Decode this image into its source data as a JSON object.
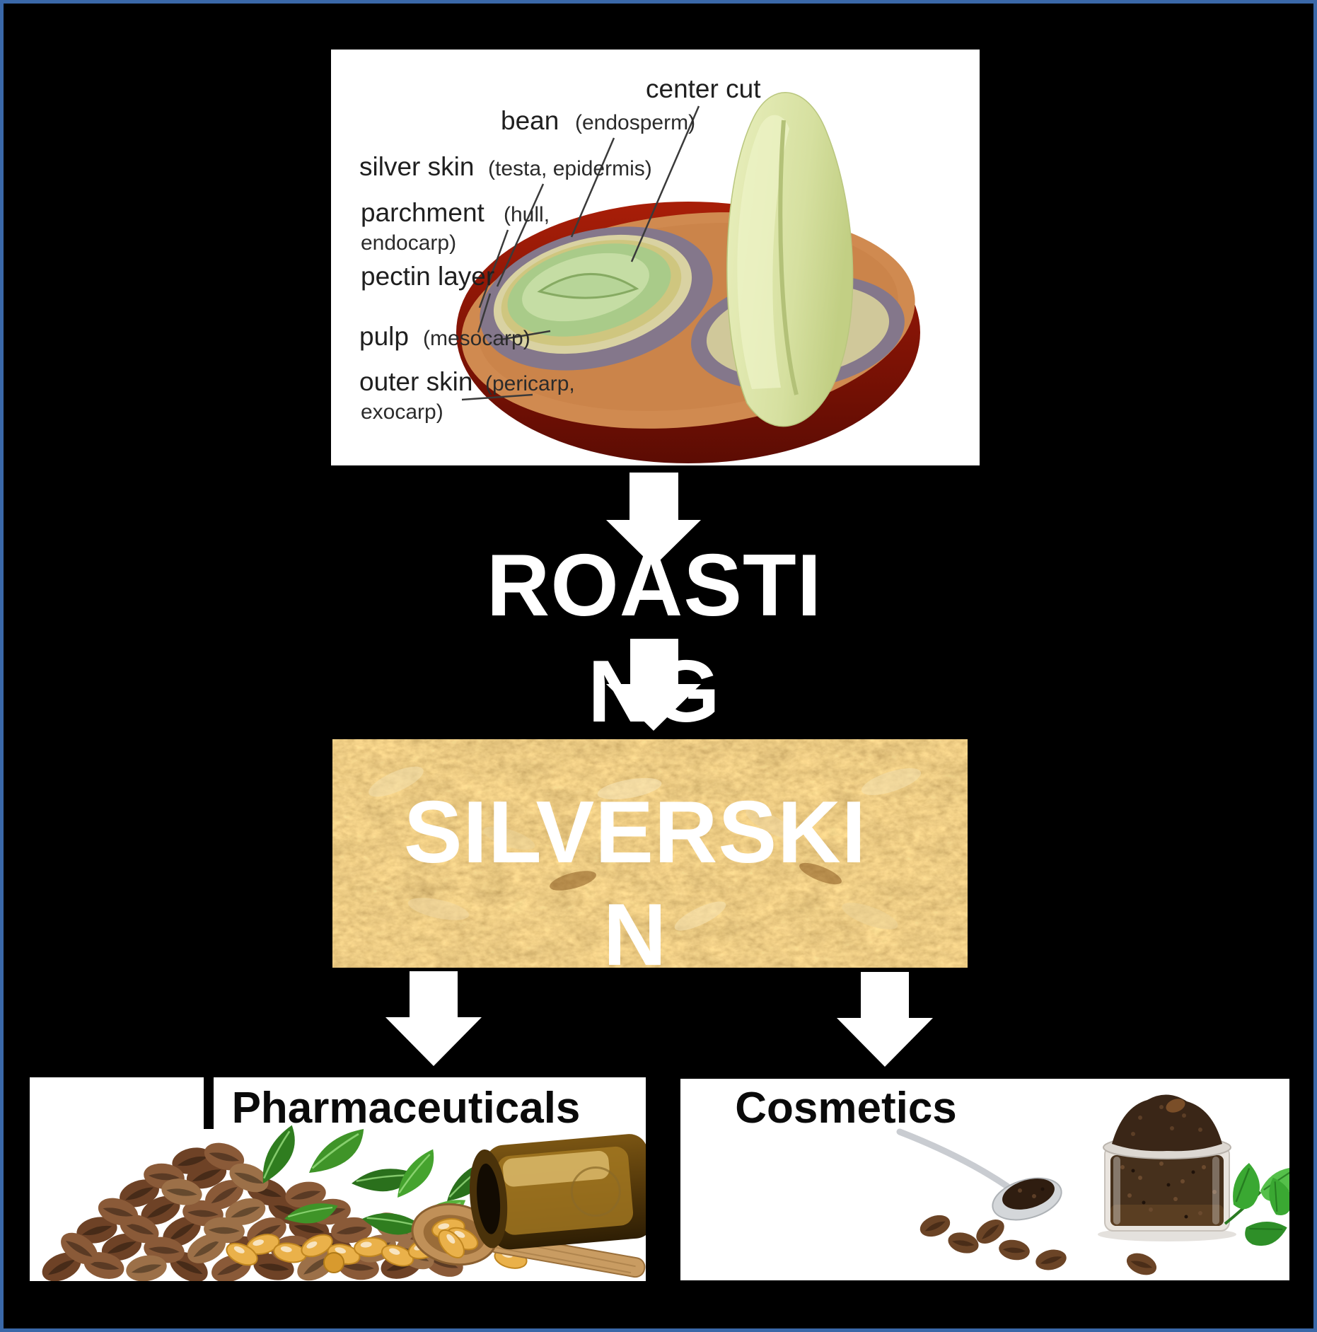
{
  "palette": {
    "background": "#000000",
    "border_blue": "#3a68a8",
    "arrow_white": "#ffffff",
    "process_text_white": "#ffffff",
    "photo_title_black": "#0a0a0a",
    "silverskin_gold": "#c69348",
    "cherry_red": "#8e1c09",
    "pulp_orange": "#d08a50",
    "bean_green": "#a9cb89"
  },
  "cherry_diagram": {
    "labels": {
      "center_cut": "center cut",
      "bean_main": "bean",
      "bean_paren": "(endosperm)",
      "silver_skin_main": "silver skin",
      "silver_skin_paren": "(testa, epidermis)",
      "parchment_main": "parchment",
      "parchment_paren": "(hull,",
      "parchment_paren2": "endocarp)",
      "pectin": "pectin layer",
      "pulp_main": "pulp",
      "pulp_paren": "(mesocarp)",
      "outer_skin_main": "outer skin",
      "outer_skin_paren": "(pericarp,",
      "outer_skin_paren2": "exocarp)"
    }
  },
  "process": {
    "roasting_label": "ROASTING",
    "roasting_lines": [
      "ROASTI",
      "NG"
    ],
    "silverskin_label": "SILVERSKIN",
    "silverskin_lines": [
      "SILVERSKI",
      "N"
    ]
  },
  "applications": {
    "pharmaceuticals_label": "Pharmaceuticals",
    "cosmetics_label": "Cosmetics"
  }
}
